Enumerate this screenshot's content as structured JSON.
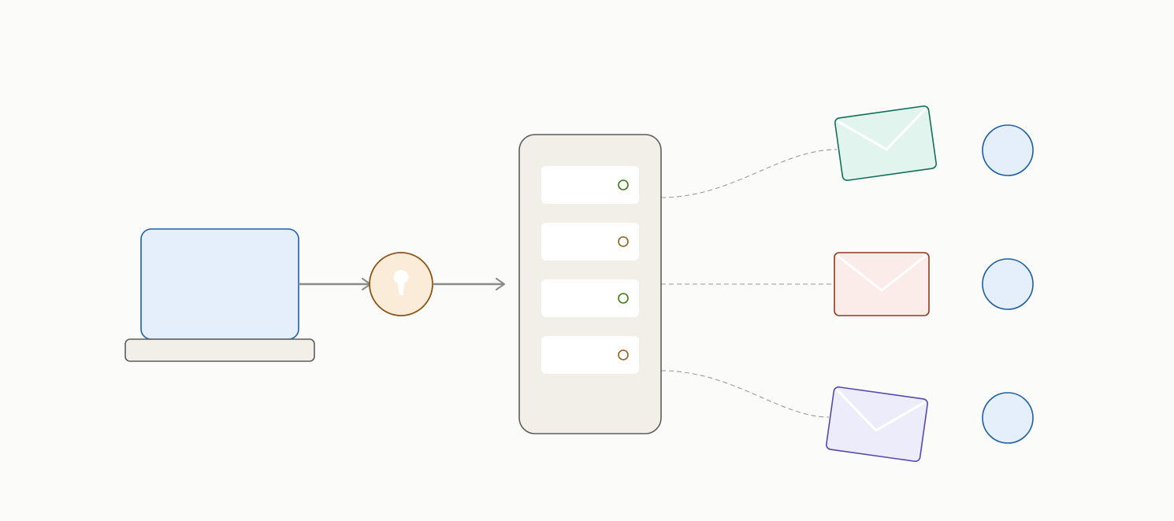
{
  "colors": {
    "background": "#fbfbf9",
    "laptop_screen_fill": "#e4effb",
    "laptop_screen_stroke": "#1f5fa6",
    "laptop_base_fill": "#f2efe9",
    "laptop_base_stroke": "#5e5e5e",
    "lock_fill": "#fbecd9",
    "lock_stroke": "#8a5414",
    "lock_keyhole": "#ffffff",
    "arrow": "#8a8a8a",
    "server_fill": "#f2efe9",
    "server_stroke": "#5e5e5e",
    "slot_fill": "#ffffff",
    "led_green": "#3d7a12",
    "led_amber": "#94601a",
    "dashed_line": "#9a9a9a",
    "envelope_green_fill": "#e1f4ee",
    "envelope_green_stroke": "#12705a",
    "envelope_red_fill": "#fbece9",
    "envelope_red_stroke": "#8e3a20",
    "envelope_purple_fill": "#ececfb",
    "envelope_purple_stroke": "#5448b4",
    "recipient_fill": "#e4effb",
    "recipient_stroke": "#1f5fa6"
  },
  "icons": {
    "laptop": "laptop-icon",
    "lock": "padlock-keyhole-icon",
    "server": "server-rack-icon",
    "envelope": "envelope-icon",
    "recipient": "recipient-circle"
  },
  "server": {
    "slots": [
      {
        "led": "green"
      },
      {
        "led": "amber"
      },
      {
        "led": "green"
      },
      {
        "led": "amber"
      }
    ]
  },
  "messages": [
    {
      "color": "green"
    },
    {
      "color": "red"
    },
    {
      "color": "purple"
    }
  ]
}
